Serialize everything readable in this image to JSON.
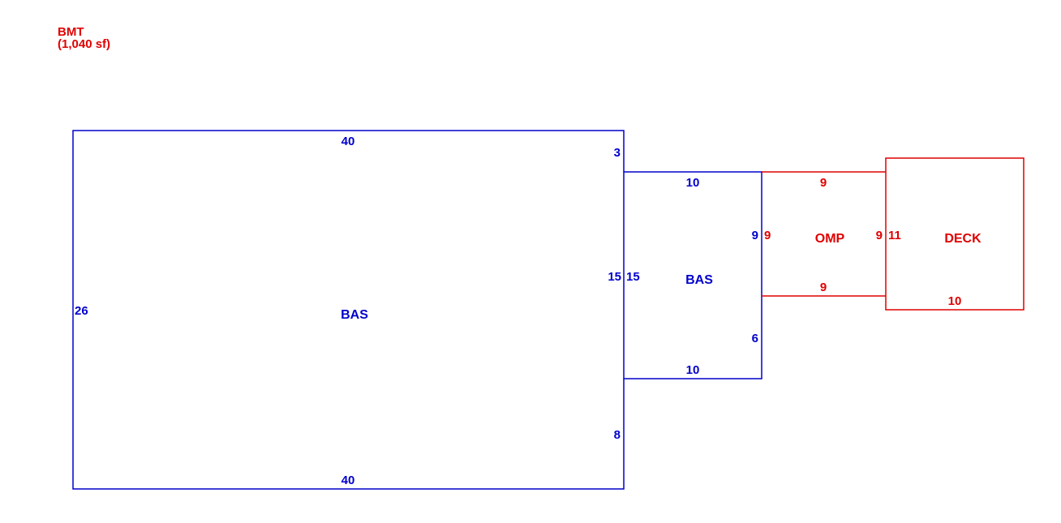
{
  "header": {
    "level": "BMT",
    "area": "(1,040 sf)"
  },
  "colors": {
    "living": "#0000cc",
    "exterior": "#e00000"
  },
  "areas": {
    "bas_main": {
      "name": "BAS",
      "dims": {
        "top": "40",
        "bottom": "40",
        "left": "26",
        "right_upper": "3",
        "right_middle": "15",
        "right_lower": "8"
      }
    },
    "bas_ext": {
      "name": "BAS",
      "dims": {
        "top": "10",
        "bottom": "10",
        "left": "15",
        "right_upper": "9",
        "right_lower": "6"
      }
    },
    "omp": {
      "name": "OMP",
      "dims": {
        "top": "9",
        "bottom": "9",
        "left": "9",
        "right": "9"
      }
    },
    "deck": {
      "name": "DECK",
      "dims": {
        "left": "11",
        "bottom": "10"
      }
    }
  }
}
